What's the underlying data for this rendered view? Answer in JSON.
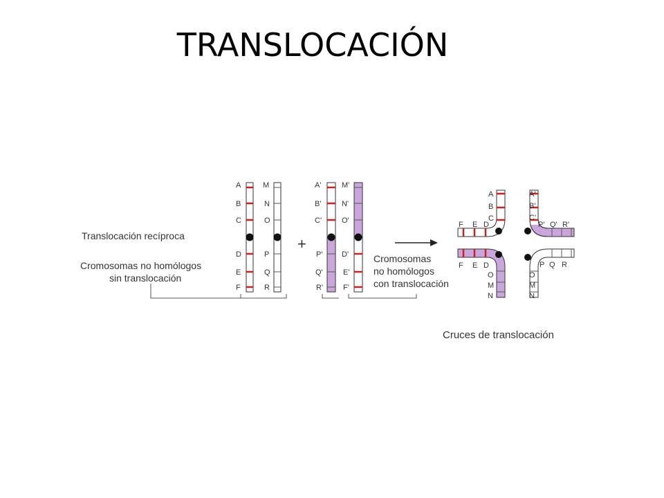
{
  "title": "TRANSLOCACIÓN",
  "colors": {
    "red": "#cc1f1f",
    "purple": "#c9a6dc",
    "outline": "#333333"
  },
  "normal_chromosome_1": {
    "genes_top": [
      "A",
      "B",
      "C"
    ],
    "genes_bottom": [
      "D",
      "E",
      "F"
    ]
  },
  "normal_chromosome_2": {
    "genes_top": [
      "M",
      "N",
      "O"
    ],
    "genes_bottom": [
      "P",
      "Q",
      "R"
    ]
  },
  "translocated_chromosome_1": {
    "genes_top": [
      "A'",
      "B'",
      "C'"
    ],
    "genes_bottom": [
      "P'",
      "Q'",
      "R'"
    ]
  },
  "translocated_chromosome_2": {
    "genes_top": [
      "M'",
      "N'",
      "O'"
    ],
    "genes_bottom": [
      "D'",
      "E'",
      "F'"
    ]
  },
  "plus_sign": "+",
  "captions": {
    "reciprocal": "Translocación recíproca",
    "without_1": "Cromosomas no homólogos",
    "without_2": "sin translocación",
    "with_1": "Cromosomas",
    "with_2": "no homólogos",
    "with_3": "con translocación",
    "cross": "Cruces de translocación"
  },
  "cross_labels": {
    "tl_vert": [
      "A",
      "B",
      "C"
    ],
    "tl_horiz": [
      "F",
      "E",
      "D"
    ],
    "tr_vert": [
      "A'",
      "B'",
      "C'"
    ],
    "tr_horiz": [
      "P'",
      "Q'",
      "R'"
    ],
    "bl_horiz": [
      "F",
      "E",
      "D"
    ],
    "bl_vert": [
      "O",
      "M",
      "N"
    ],
    "br_horiz": [
      "P",
      "Q",
      "R"
    ],
    "br_vert": [
      "O",
      "M",
      "N"
    ]
  }
}
